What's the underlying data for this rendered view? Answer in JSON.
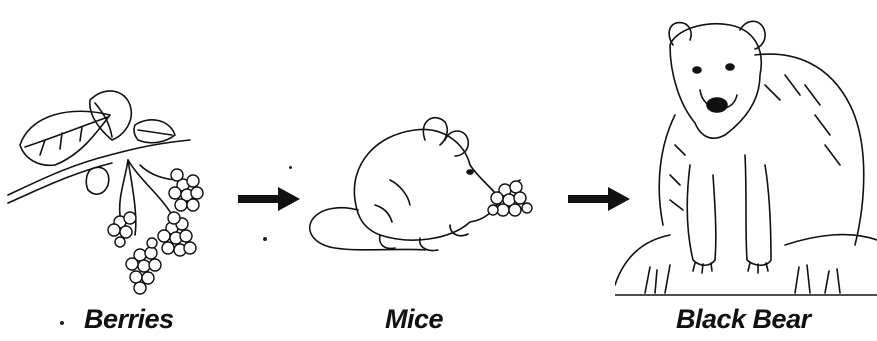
{
  "food_chain": {
    "organisms": [
      {
        "label": "Berries"
      },
      {
        "label": "Mice"
      },
      {
        "label": "Black Bear"
      }
    ]
  },
  "colors": {
    "ink": "#111111",
    "background": "#ffffff"
  },
  "icons": [
    "berries-illustration",
    "mouse-illustration",
    "black-bear-illustration",
    "arrow-right-icon"
  ]
}
